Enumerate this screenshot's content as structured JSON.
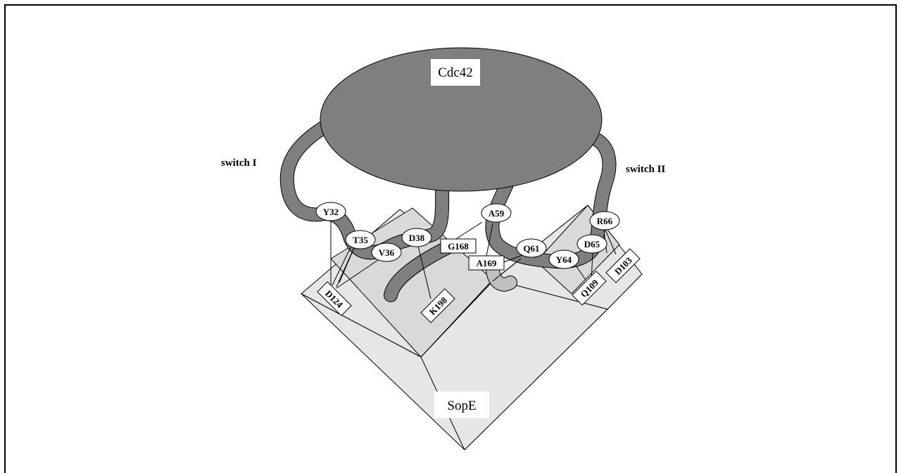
{
  "labels": {
    "cdc42": "Cdc42",
    "sope": "SopE",
    "switch_i": "switch I",
    "switch_ii": "switch II"
  },
  "cdc42_residues": {
    "y32": "Y32",
    "t35": "T35",
    "v36": "V36",
    "d38": "D38",
    "a59": "A59",
    "q61": "Q61",
    "y64": "Y64",
    "d65": "D65",
    "r66": "R66"
  },
  "sope_residues": {
    "d124": "D124",
    "k198": "K198",
    "g168": "G168",
    "a169": "A169",
    "q109": "Q109",
    "d103": "D103"
  },
  "colors": {
    "cdc42_fill": "#7f7f7f",
    "sope_light": "#e6e6e6",
    "sope_mid": "#d9d9d9",
    "sope_dark": "#bfbfbf",
    "sope_darker": "#a6a6a6"
  }
}
